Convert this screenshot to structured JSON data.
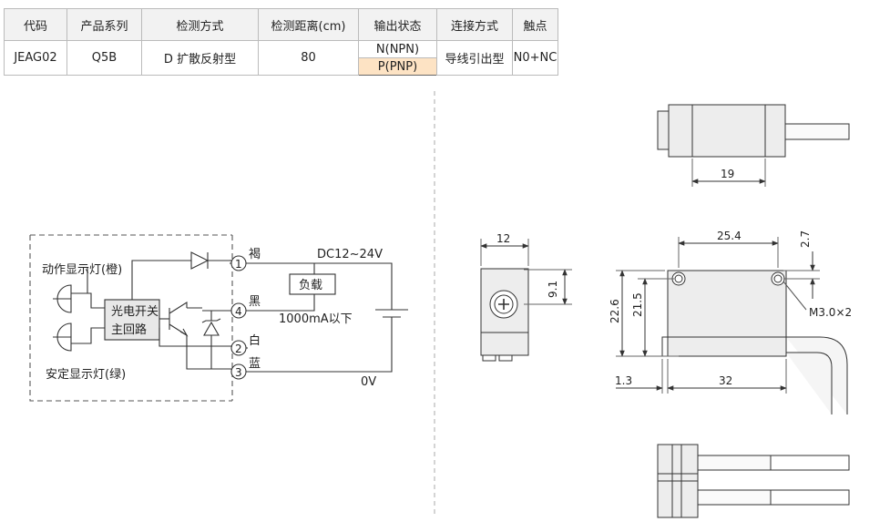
{
  "table": {
    "headers": [
      "代码",
      "产品系列",
      "检测方式",
      "检测距离(cm)",
      "输出状态",
      "连接方式",
      "触点"
    ],
    "row": {
      "code": "JEAG02",
      "series": "Q5B",
      "method": "D 扩散反射型",
      "distance": "80",
      "output_npn": "N(NPN)",
      "output_pnp": "P(PNP)",
      "connection": "导线引出型",
      "contact": "N0+NC"
    },
    "highlight_color": "#fde3c4"
  },
  "circuit": {
    "led_action": "动作显示灯(橙)",
    "led_stable": "安定显示灯(绿)",
    "switch_label_1": "光电开关",
    "switch_label_2": "主回路",
    "supply": "DC12~24V",
    "load": "负载",
    "current": "1000mA以下",
    "zero_volt": "0V",
    "pins": [
      {
        "num": "1",
        "color": "褐"
      },
      {
        "num": "4",
        "color": "黑"
      },
      {
        "num": "2",
        "color": "白"
      },
      {
        "num": "3",
        "color": "蓝"
      }
    ]
  },
  "dimensions": {
    "top_width": "19",
    "side_width": "12",
    "lens_offset": "9.1",
    "hole_spacing": "25.4",
    "hole_offset": "2.7",
    "height_total": "22.6",
    "height_hole": "21.5",
    "flange": "1.3",
    "body_length": "32",
    "screw": "M3.0×2"
  }
}
